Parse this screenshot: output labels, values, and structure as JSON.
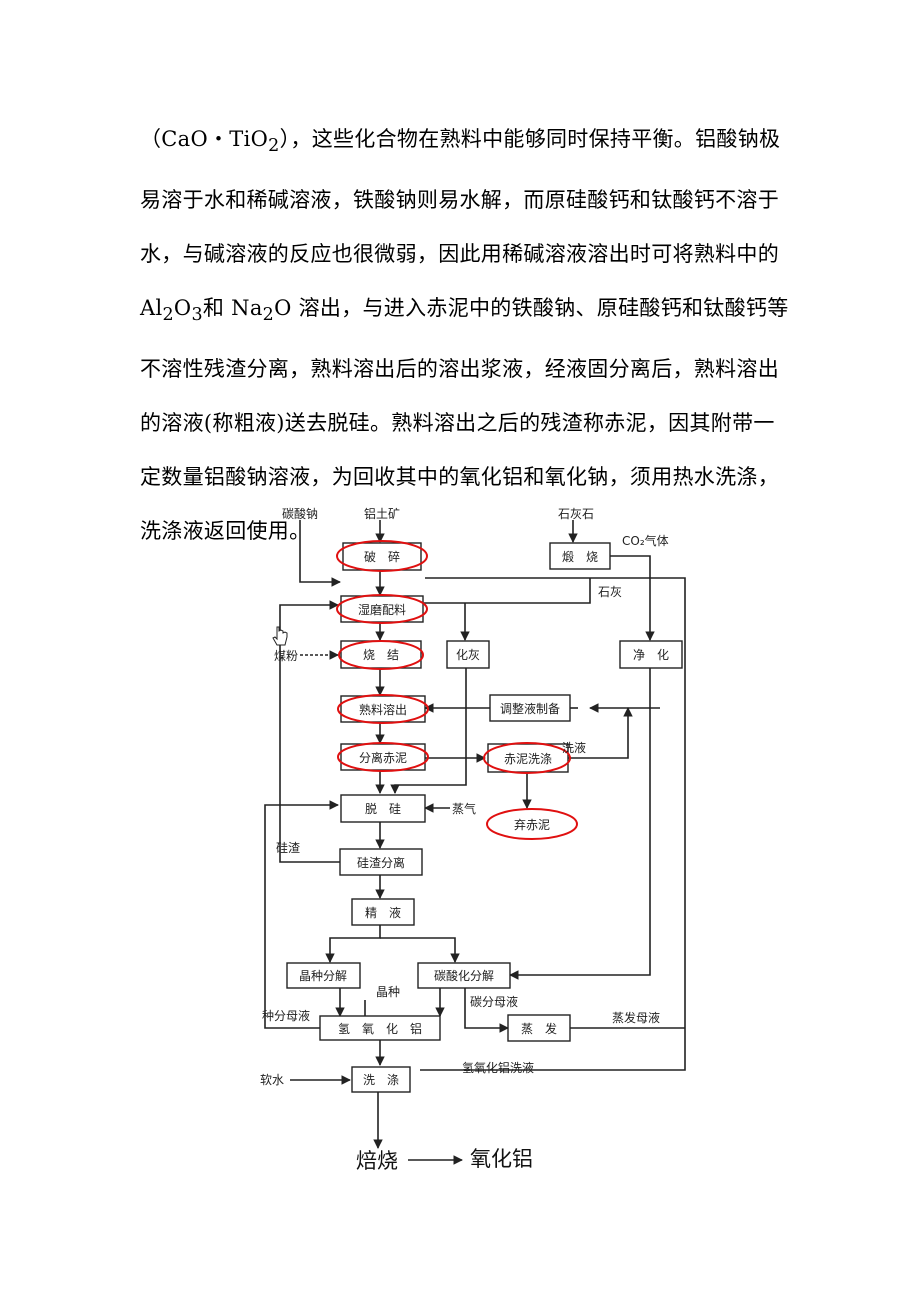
{
  "paragraph": {
    "lines": [
      [
        "（CaO・TiO",
        "2",
        "），这些化合物在熟料中能够同时保持平衡。铝酸钠极"
      ],
      [
        "易溶于水和稀碱溶液，铁酸钠则易水解，而原硅酸钙和钛酸钙不溶于"
      ],
      [
        "水，与碱溶液的反应也很微弱，因此用稀碱溶液溶出时可将熟料中的"
      ],
      [
        "Al",
        "2",
        "O",
        "3",
        "和 Na",
        "2",
        "O 溶出，与进入赤泥中的铁酸钠、原硅酸钙和钛酸钙等"
      ],
      [
        "不溶性残渣分离，熟料溶出后的溶出浆液，经液固分离后，熟料溶出"
      ],
      [
        "的溶液(称粗液)送去脱硅。熟料溶出之后的残渣称赤泥，因其附带一"
      ],
      [
        "定数量铝酸钠溶液，为回收其中的氧化铝和氧化钠，须用热水洗涤，"
      ],
      [
        "洗涤液返回使用。"
      ]
    ]
  },
  "flowchart": {
    "inputs": {
      "soda": "碳酸钠",
      "bauxite": "铝土矿",
      "limestone": "石灰石",
      "co2": "CO₂气体",
      "lime": "石灰",
      "coal": "煤粉",
      "steam": "蒸气",
      "soft_water": "软水"
    },
    "boxes": {
      "crush": "破　碎",
      "mill": "湿磨配料",
      "sinter": "烧　结",
      "leach": "熟料溶出",
      "separate": "分离赤泥",
      "desilicate": "脱　硅",
      "silica_sep": "硅渣分离",
      "refined": "精　液",
      "seed_decomp": "晶种分解",
      "carb_decomp": "碳酸化分解",
      "hydroxide": "氢　氧　化　铝",
      "wash": "洗　涤",
      "calcine": "煅　烧",
      "slaking": "化灰",
      "purify": "净　化",
      "adjust": "调整液制备",
      "mud_wash": "赤泥洗涤",
      "evaporate": "蒸　发"
    },
    "ovals": {
      "discard": "弃赤泥"
    },
    "labels": {
      "wash_liquor": "洗液",
      "silica_slag": "硅渣",
      "seed": "晶种",
      "seed_mother": "种分母液",
      "carb_mother": "碳分母液",
      "evap_mother": "蒸发母液",
      "hydroxide_wash": "氢氧化铝洗液"
    },
    "final": {
      "roast": "焙烧",
      "alumina": "氧化铝"
    }
  }
}
